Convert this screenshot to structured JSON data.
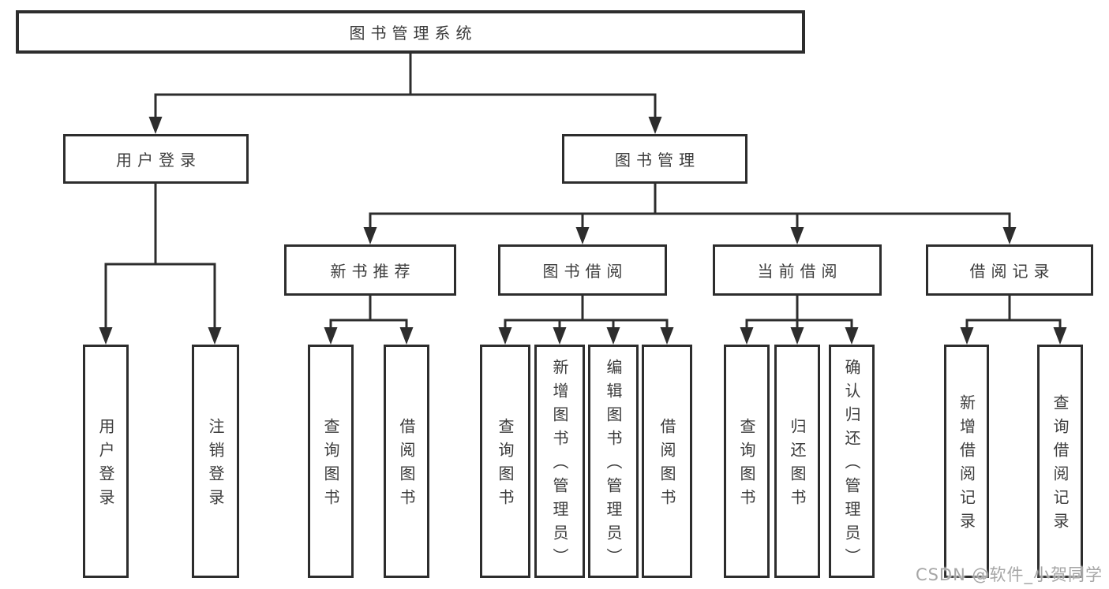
{
  "nodes": {
    "root": "图书管理系统",
    "branch_user_login": "用户登录",
    "branch_book_mgmt": "图书管理",
    "mod_new_book_rec": "新书推荐",
    "mod_book_borrow": "图书借阅",
    "mod_current_borrow": "当前借阅",
    "mod_borrow_records": "借阅记录",
    "leaf_user_login": "用户登录",
    "leaf_logout": "注销登录",
    "leaf_rec_query_books": "查询图书",
    "leaf_rec_borrow_books": "借阅图书",
    "leaf_bor_query_books": "查询图书",
    "leaf_bor_add_books": "新增图书（管理员）",
    "leaf_bor_edit_books": "编辑图书（管理员）",
    "leaf_bor_borrow_books": "借阅图书",
    "leaf_cur_query_books": "查询图书",
    "leaf_cur_return_books": "归还图书",
    "leaf_cur_confirm_return": "确认归还（管理员）",
    "leaf_add_borrow_record": "新增借阅记录",
    "leaf_query_borrow_record": "查询借阅记录"
  },
  "watermark": {
    "text": "CSDN @软件_小贺同学"
  },
  "diagram_colors": {
    "line": "#2d2d2d",
    "text": "#3c3c3c",
    "watermark": "#a6a6a6"
  }
}
